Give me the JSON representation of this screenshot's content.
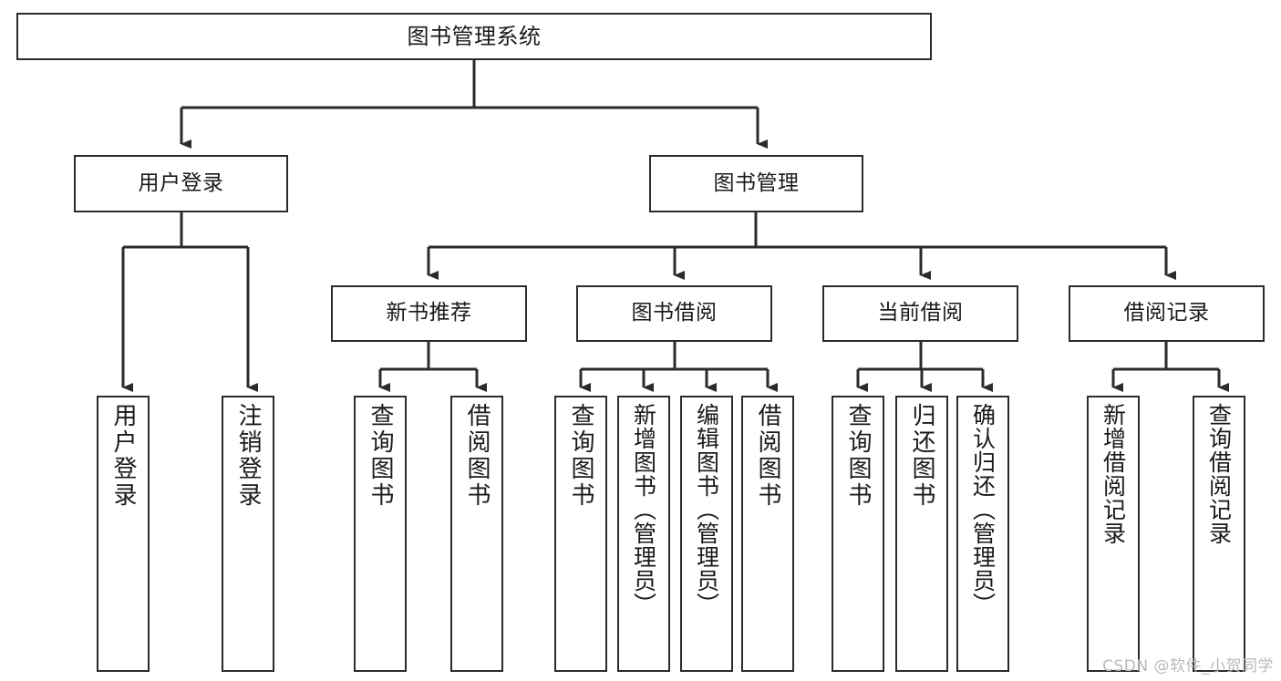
{
  "diagram": {
    "title": "图书管理系统",
    "type": "tree-hierarchy-diagram",
    "colors": {
      "background": "#ffffff",
      "line": "#2b2b2b",
      "box_fill": "#ffffff",
      "text": "#1a1a1a",
      "watermark": "#b9b9b9"
    },
    "root": {
      "label": "图书管理系统"
    },
    "level2": [
      {
        "label": "用户登录"
      },
      {
        "label": "图书管理"
      }
    ],
    "level3": [
      {
        "label": "新书推荐"
      },
      {
        "label": "图书借阅"
      },
      {
        "label": "当前借阅"
      },
      {
        "label": "借阅记录"
      }
    ],
    "leaves": {
      "user_login": [
        {
          "label": "用户登录"
        },
        {
          "label": "注销登录"
        }
      ],
      "new_book_recommend": [
        {
          "label": "查询图书"
        },
        {
          "label": "借阅图书"
        }
      ],
      "book_borrow": [
        {
          "label": "查询图书"
        },
        {
          "label": "新增图书（管理员）"
        },
        {
          "label": "编辑图书（管理员）"
        },
        {
          "label": "借阅图书"
        }
      ],
      "current_borrow": [
        {
          "label": "查询图书"
        },
        {
          "label": "归还图书"
        },
        {
          "label": "确认归还（管理员）"
        }
      ],
      "borrow_records": [
        {
          "label": "新增借阅记录"
        },
        {
          "label": "查询借阅记录"
        }
      ]
    }
  },
  "watermark": {
    "text": "CSDN @软件_小贺同学"
  }
}
